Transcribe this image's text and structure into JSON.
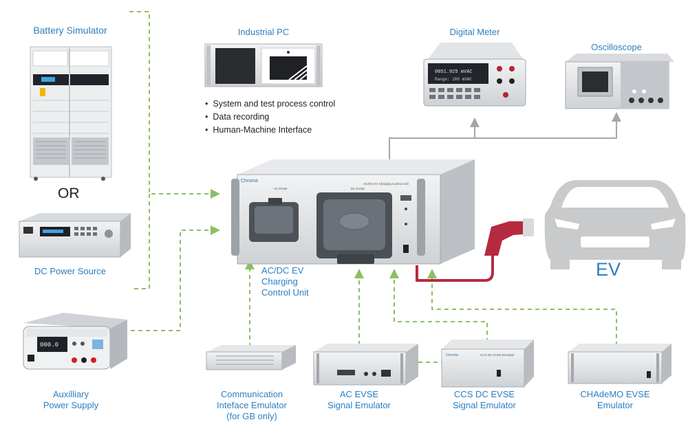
{
  "labels": {
    "battery_simulator": "Battery Simulator",
    "or": "OR",
    "dc_power_source": "DC Power Source",
    "aux_power_supply": [
      "Auxilliary",
      "Power Supply"
    ],
    "industrial_pc": "Industrial PC",
    "digital_meter": "Digital Meter",
    "oscilloscope": "Oscilloscope",
    "control_unit": [
      "AC/DC EV",
      "Charging",
      "Control Unit"
    ],
    "ev": "EV",
    "comm_emulator": [
      "Communication",
      "Inteface Emulator",
      "(for GB only)"
    ],
    "ac_evse": [
      "AC EVSE",
      "Signal Emulator"
    ],
    "ccs_evse": [
      "CCS DC EVSE",
      "Signal Emulator"
    ],
    "chademo_evse": [
      "CHAdeMO EVSE",
      "Emulator"
    ]
  },
  "pc_functions": [
    "System and test process control",
    "Data recording",
    "Human-Machine Interface"
  ],
  "device_text": {
    "unit_brand": "Chroma",
    "unit_title": "AC/DC EV Charging Control Unit",
    "ac_inlet": "AC EVSE",
    "dc_inlet": "DC EVSE",
    "meter_display_1": "0051.925 mVAC",
    "meter_display_2": "Range: 100 mVAC",
    "ccs_box_title": "CCS DC EVSE Emulator"
  },
  "colors": {
    "label_blue": "#2a7fc2",
    "dashed_green": "#8cc063",
    "gray_link": "#a6a6a6",
    "cable_red": "#b62a40",
    "car_gray": "#c9cacc"
  }
}
